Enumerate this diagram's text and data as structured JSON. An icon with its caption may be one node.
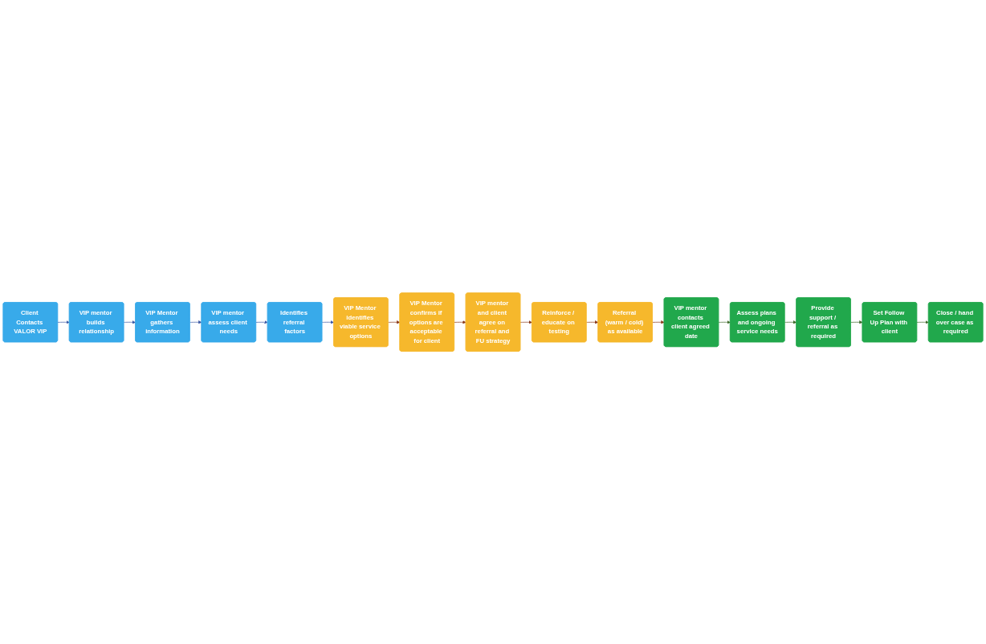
{
  "diagram": {
    "nodes": [
      {
        "text": [
          "Client Contacts VALOR VIP"
        ]
      },
      {
        "text": [
          "VIP mentor builds relationship"
        ]
      },
      {
        "text": [
          "VIP Mentor gathers information"
        ]
      },
      {
        "text": [
          "VIP mentor assess client needs"
        ]
      },
      {
        "text": [
          "Identifies referral factors"
        ]
      },
      {
        "text": [
          "VIP Mentor identifies viable service options"
        ]
      },
      {
        "text": [
          "VIP Mentor confirms if options are acceptable for client"
        ]
      },
      {
        "text": [
          "VIP mentor and client agree on referral and FU strategy"
        ]
      },
      {
        "text": [
          "Reinforce / educate on testing"
        ]
      },
      {
        "text": [
          "Referral (warm / cold) as available"
        ]
      },
      {
        "text": [
          "VIP mentor contacts client agreed date"
        ]
      },
      {
        "text": [
          "Assess plans and ongoing service needs"
        ]
      },
      {
        "text": [
          "Provide support / referral as required"
        ]
      },
      {
        "text": [
          "Set Follow Up Plan with client"
        ]
      },
      {
        "text": [
          "Close / hand over case as required"
        ]
      }
    ],
    "edges": [
      {
        "from": 0,
        "to": 1,
        "arrow": "to",
        "color": "#3b5aa5"
      },
      {
        "from": 1,
        "to": 2,
        "arrow": "to",
        "color": "#3b5aa5"
      },
      {
        "from": 2,
        "to": 3,
        "arrow": "to",
        "color": "#3b5aa5"
      },
      {
        "from": 3,
        "to": 4,
        "arrow": "to",
        "color": "#3b5aa5"
      },
      {
        "from": 4,
        "to": 5,
        "arrow": "to",
        "color": "#3b5aa5"
      },
      {
        "from": 5,
        "to": 6,
        "arrow": "to",
        "color": "#8b3a1a"
      },
      {
        "from": 6,
        "to": 7,
        "arrow": "to",
        "color": "#8b3a1a"
      },
      {
        "from": 7,
        "to": 8,
        "arrow": "to",
        "color": "#8b3a1a"
      },
      {
        "from": 8,
        "to": 9,
        "arrow": "to",
        "color": "#8b3a1a"
      },
      {
        "from": 9,
        "to": 10,
        "arrow": "to",
        "color": "#8b3a1a"
      },
      {
        "from": 10,
        "to": 11,
        "arrow": "to",
        "color": "#3f6a2a"
      },
      {
        "from": 11,
        "to": 12,
        "arrow": "to",
        "color": "#3f6a2a"
      },
      {
        "from": 12,
        "to": 13,
        "arrow": "to",
        "color": "#3f6a2a"
      },
      {
        "from": 13,
        "to": 14,
        "arrow": "to",
        "color": "#3f6a2a"
      }
    ]
  }
}
